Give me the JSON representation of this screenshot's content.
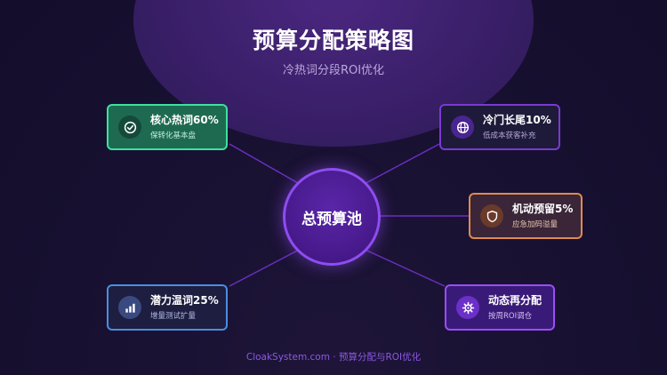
{
  "title": "预算分配策略图",
  "subtitle": "冷热词分段ROI优化",
  "hub": {
    "label": "总预算池"
  },
  "nodes": [
    {
      "key": "core",
      "title": "核心热词60%",
      "subtitle": "保转化基本盘",
      "icon": "check-circle-icon",
      "color": "#3ee0a0"
    },
    {
      "key": "cold",
      "title": "冷门长尾10%",
      "subtitle": "低成本获客补充",
      "icon": "globe-icon",
      "color": "#7a3ad0"
    },
    {
      "key": "flex",
      "title": "机动预留5%",
      "subtitle": "应急加码溢量",
      "icon": "shield-icon",
      "color": "#e08a50"
    },
    {
      "key": "warm",
      "title": "潜力温词25%",
      "subtitle": "增量测试扩量",
      "icon": "bar-chart-icon",
      "color": "#4a8ee0"
    },
    {
      "key": "realloc",
      "title": "动态再分配",
      "subtitle": "按周ROI调仓",
      "icon": "gear-icon",
      "color": "#9b4df5"
    }
  ],
  "footer": "CloakSystem.com · 预算分配与ROI优化"
}
